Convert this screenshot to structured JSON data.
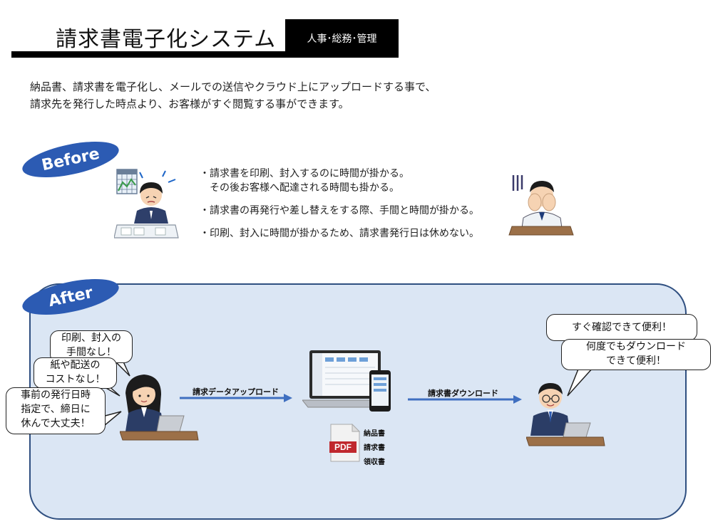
{
  "header": {
    "title": "請求書電子化システム",
    "category": "人事･総務･管理"
  },
  "intro": {
    "line1": "納品書、請求書を電子化し、メールでの送信やクラウド上にアップロードする事で、",
    "line2": "請求先を発行した時点より、お客様がすぐ閲覧する事ができます。"
  },
  "before": {
    "label": "Before",
    "items": [
      {
        "line1": "・請求書を印刷、封入するのに時間が掛かる。",
        "line2": "　その後お客様へ配達される時間も掛かる。"
      },
      {
        "line1": "・請求書の再発行や差し替えをする際、手間と時間が掛かる。"
      },
      {
        "line1": "・印刷、封入に時間が掛かるため、請求書発行日は休めない。"
      }
    ]
  },
  "after": {
    "label": "After",
    "bubbles_left": [
      {
        "line1": "印刷、封入の",
        "line2": "手間なし！"
      },
      {
        "line1": "紙や配送の",
        "line2": "コストなし！"
      },
      {
        "line1": "事前の発行日時",
        "line2": "指定で、締日に",
        "line3": "休んで大丈夫！"
      }
    ],
    "bubbles_right": [
      {
        "line1": "すぐ確認できて便利！"
      },
      {
        "line1": "何度でもダウンロード",
        "line2": "できて便利！"
      }
    ],
    "upload_label": "請求データアップロード",
    "download_label": "請求書ダウンロード",
    "pdf_icon_text": "PDF",
    "documents": [
      "納品書",
      "請求書",
      "領収書"
    ]
  },
  "colors": {
    "accent_blue": "#2c5bb3",
    "panel_bg": "#dbe6f4",
    "arrow": "#3f6fc0",
    "pdf_red": "#c0282d"
  }
}
